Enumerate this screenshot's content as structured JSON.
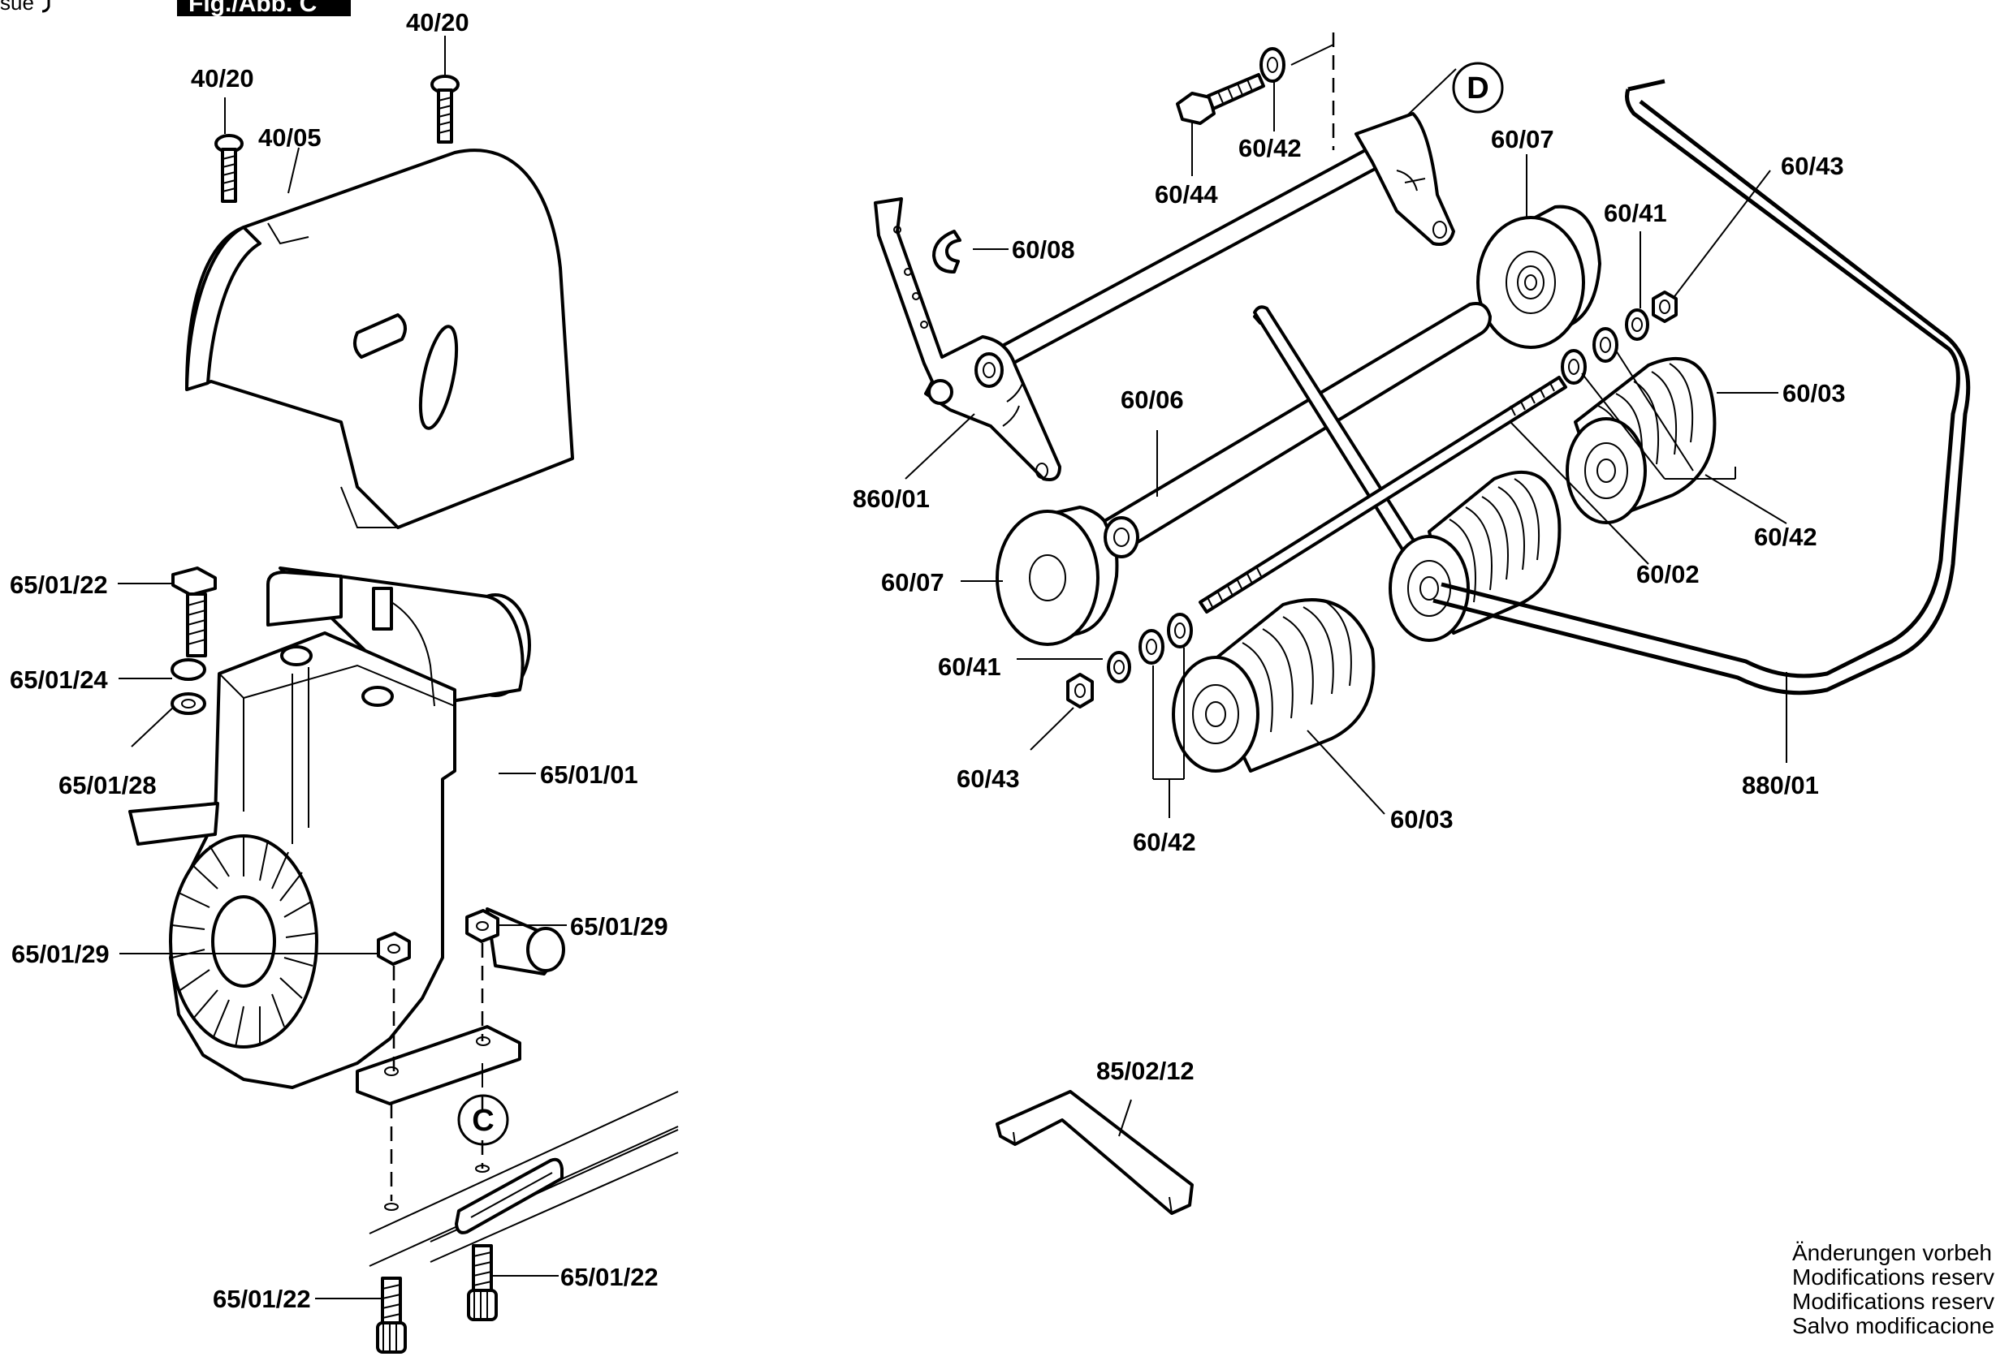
{
  "header": {
    "issue_fragment": "sue",
    "figure_tab": "Fig./Abb. C"
  },
  "callouts": {
    "C": "C",
    "D": "D"
  },
  "labels": {
    "cover_screw_right": "40/20",
    "cover_screw_left": "40/20",
    "cover": "40/05",
    "engine_bolt_top": "65/01/22",
    "engine_lock_washer": "65/01/24",
    "engine_washer": "65/01/28",
    "engine": "65/01/01",
    "engine_nut_left": "65/01/29",
    "engine_nut_right": "65/01/29",
    "engine_bolt_bottom_left": "65/01/22",
    "engine_bolt_bottom_right": "65/01/22",
    "bolt": "60/44",
    "bolt_washer": "60/42",
    "clip": "60/08",
    "frame_side": "860/01",
    "wheel_right": "60/07",
    "wheel_left": "60/07",
    "tube": "60/06",
    "circlip_right": "60/41",
    "nut_right": "60/43",
    "washer_left_pair": "60/42",
    "washer_right_pair": "60/42",
    "roller_right": "60/03",
    "roller_left": "60/03",
    "shaft": "60/02",
    "circlip_left": "60/41",
    "nut_left": "60/43",
    "handle_bar": "880/01",
    "hex_key": "85/02/12"
  },
  "notice": [
    "Änderungen vorbeh",
    "Modifications reserv",
    "Modifications reserv",
    "Salvo modificacione"
  ]
}
